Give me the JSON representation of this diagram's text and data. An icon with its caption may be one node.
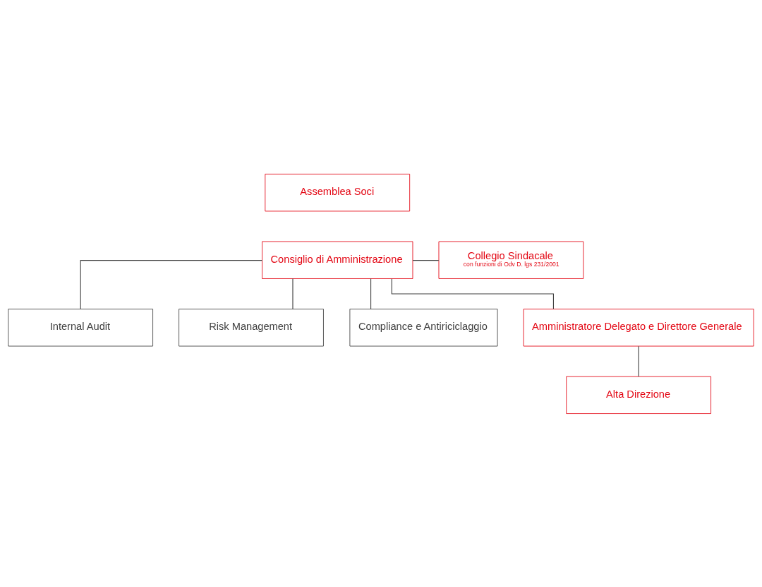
{
  "diagram": {
    "nodes": [
      {
        "text": [
          "Assemblea Soci"
        ]
      },
      {
        "text": [
          "Collegio Sindacale",
          "con funzioni di Odv D. lgs 231/2001"
        ]
      },
      {
        "text": [
          "Consiglio di Amministrazione"
        ]
      },
      {
        "text": [
          "Internal Audit"
        ]
      },
      {
        "text": [
          "Risk Management"
        ]
      },
      {
        "text": [
          "Compliance e Antiriciclaggio"
        ]
      },
      {
        "text": [
          "Amministratore Delegato e Direttore Generale"
        ]
      },
      {
        "text": [
          "Alta Direzione"
        ]
      }
    ],
    "edges": [
      {
        "from": 1,
        "to": 2,
        "arrow": "none"
      },
      {
        "from": 2,
        "to": 3,
        "arrow": "none"
      },
      {
        "from": 2,
        "to": 4,
        "arrow": "none"
      },
      {
        "from": 2,
        "to": 5,
        "arrow": "none"
      },
      {
        "from": 2,
        "to": 6,
        "arrow": "none"
      },
      {
        "from": 6,
        "to": 7,
        "arrow": "none"
      }
    ]
  }
}
